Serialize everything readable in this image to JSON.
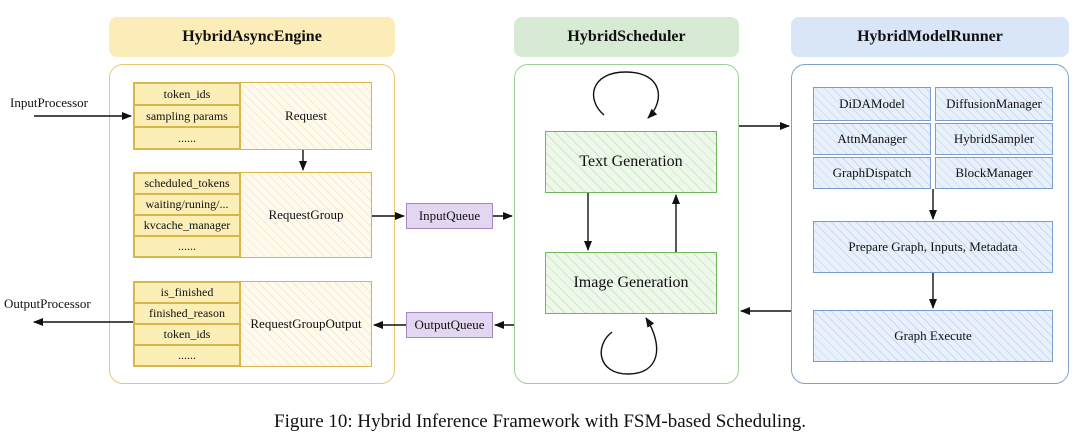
{
  "engine": {
    "title": "HybridAsyncEngine",
    "request": {
      "fields": [
        "token_ids",
        "sampling params",
        "......"
      ],
      "label": "Request"
    },
    "request_group": {
      "fields": [
        "scheduled_tokens",
        "waiting/runing/...",
        "kvcache_manager",
        "......"
      ],
      "label": "RequestGroup"
    },
    "request_group_output": {
      "fields": [
        "is_finished",
        "finished_reason",
        "token_ids",
        "......"
      ],
      "label": "RequestGroupOutput"
    }
  },
  "scheduler": {
    "title": "HybridScheduler",
    "text_state": "Text Generation",
    "image_state": "Image Generation"
  },
  "runner": {
    "title": "HybridModelRunner",
    "modules": [
      "DiDAModel",
      "DiffusionManager",
      "AttnManager",
      "HybridSampler",
      "GraphDispatch",
      "BlockManager"
    ],
    "prepare": "Prepare Graph, Inputs, Metadata",
    "execute": "Graph Execute"
  },
  "io": {
    "input_processor": "InputProcessor",
    "output_processor": "OutputProcessor",
    "input_queue": "InputQueue",
    "output_queue": "OutputQueue"
  },
  "caption": "Figure 10: Hybrid Inference Framework with FSM-based Scheduling."
}
